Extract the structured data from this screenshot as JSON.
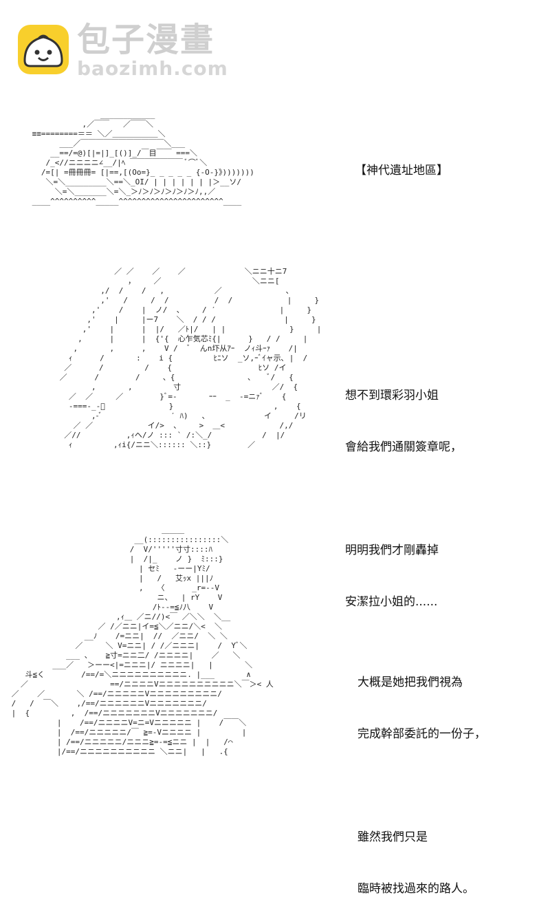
{
  "brand": {
    "name_cn": "包子漫畫",
    "name_en": "baozimh.com",
    "logo_icon": "bun-face-icon",
    "colors": {
      "logo_bg": "#f8cf2c",
      "watermark": "#cfcfcf"
    }
  },
  "panels": [
    {
      "caption_lines": [
        "【神代遺址地區】"
      ],
      "art": "                ____________\n            ,／￣￣   ／￣￣＼\n ≡≡========＝＝ ＼／＿＿＿＿＿＿＼\n       ___／￣￣￣￣￣￣￣￣￣￣￣＼___\n     __==/=@)[|=|]_[()]_/￣目￣￣ ===＼\n    /_<//ニニニニ∠__/|ﾍ ￣￣￣￣￣￣￣ ﾞ⌒ﾞ＼\n   /=[| =冊冊冊= [|==,[(Oo=}_ _ _ _ _ {-O-}》)))))))\n    ＼=＼_________＼==＼_OI/ | | | | | | |＞__ソ/\n      ＼=＼_______＼=＼_＞ﾉ＞ﾉ＞ﾉ＞ﾉ＞ﾉ＞ﾉ,,／\n ____^^^^^^^^^^_____^^^^^^^^^^^^^^^^^^^^^^^____"
    },
    {
      "caption_lines": [
        "想不到環彩羽小姐",
        "會給我們通關簽章呢，",
        "",
        "明明我們才剛轟掉",
        "安潔拉小姐的......"
      ],
      "art": "             ／ ／    ／    ／             ＼ニニ十ニ7\n                ，    ／                    ＼ニニ[\n          ,/  /    /   ,           ／              、\n          ,'   /     /  /          /  /            |     }\n        ,'    /    |  ノ/  、    / ′              |     }\n       ,'    |     |ー7    ＼  / / /               |     }\n      ,'    |      |  |/   ／ﾄ|/   | |              }     |\n     ,      |      |  {'{  心乍気芯ﾐ{|      }   / /     |\n    ,       ,      ,    V /  ﾞ  んn圷从ｱｰ  ノｨ斗ｰｧ    /|\n   ｨ      /       :    i {         ﾋﾆソ  _ソ,ｰﾞｲャ示､ |  /\n  ／      /         /    {                   ﾋソ /イ\n ／      /        /     、{                ､    ﾞ/   {\n        ,       ,         寸                    ／/  {\n   ／  ／     ／        }ﾞ=-       ｰｰ  _  -=ニｧﾞ    {\n   -===-_-ﾞ              }                      ,    {\n        ,-ﾞ               ′ ﾊ)   、            イ     /リ\n    ／ ／            イ/>  、    >  ＿<            /,/\n  ／//          ,ｨヘ/ノ ::: ` /:＼_/           /  |/\n   ｨ         ,ｨi{/ニニ＼:::::: ＼::}        ／"
    },
    {
      "caption_lines": [
        "大概是她把我們視為",
        "完成幹部委託的一份子，",
        "",
        "雖然我們只是",
        "臨時被找過來的路人。"
      ],
      "art": "                                  ＿＿＿\n                            __(::::::::::::::::＼\n                           /  V/'''''寸寸::::ﾊ\n                           |  /|_    ノ }  ﾐ:::}\n                             | セﾐ   -ーー|Yﾐ/\n                             |   /   艾ｯx |||ﾉ\n                             ,   〈      _r=--V\n                                 ニ、  | rY    V\n                                /ﾄ--=≦ﾉ八    V\n                        ,ｨ＿ ／ニ//)<￣ ／＼＼  ＼__\n                    ／ /／ニニ|イ=≦＼／ニニ/＼<  ＼\n                 __ﾉ    /=ニニ|  //  ／ニニ/  ＼ ＼\n               ／     ＼ V=ニニ| / /／ニニニ|    /  Yﾞ＼\n             ___ 、   ≧寸=ニニ二/ /ニニニニ|    ／   ＼\n          ___／   ＞ーー<|=ニニニ|/ ニニニニ|   |       ＼\n    斗≦く        /==/=＼ニニニニニニニニニニ. |___       ∧\n   ／                  ==/ニニニニVニニニニニニニニニニ＼￣＞< 人\n ／    ／       ＼ /==/ニニニニニVニニニニニニニニニ/\n /   /  ￣＼    ,/==/ニニニニニニVニニニニニニニ/\n |  {         ,  /==/ニニニニニニニVニニニニニニニ/ \n           |    /==/ニニニニV=ニ=Vニニニニニ |    /￣￣＼\n           |  /==/ニニニニニ/￣ ≧=-Vニニニニ |         |\n           | /==/ニニニニニ/ニニニ≧=-=≦ニニ |  |   /⌒\n           |/==/ニニニニニニニニニニ ＼ニニ|   |   .{"
    }
  ]
}
